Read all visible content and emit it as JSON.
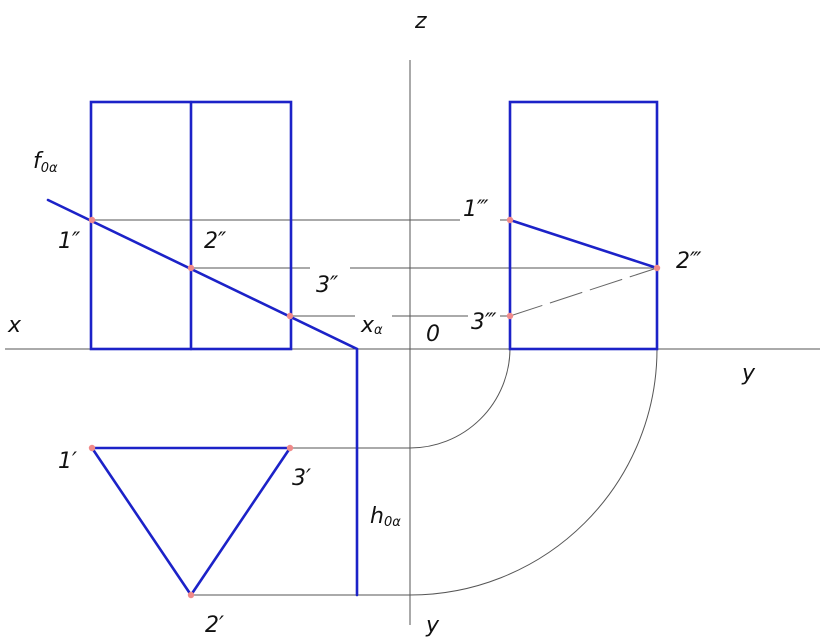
{
  "axes": {
    "x": "x",
    "y_right": "y",
    "y_bottom": "y",
    "z": "z",
    "origin": "0"
  },
  "traces": {
    "f_main": "f",
    "f_sub": "0α",
    "h_main": "h",
    "h_sub": "0α",
    "x_main": "x",
    "x_sub": "α"
  },
  "points": {
    "p1_front": "1″",
    "p2_front": "2″",
    "p3_front": "3″",
    "p1_side": "1‴",
    "p2_side": "2‴",
    "p3_side": "3‴",
    "p1_top": "1′",
    "p2_top": "2′",
    "p3_top": "3′"
  },
  "colors": {
    "object_lines": "#1c22c8",
    "construction_lines": "#555555",
    "point_markers": "#f08a8a"
  }
}
